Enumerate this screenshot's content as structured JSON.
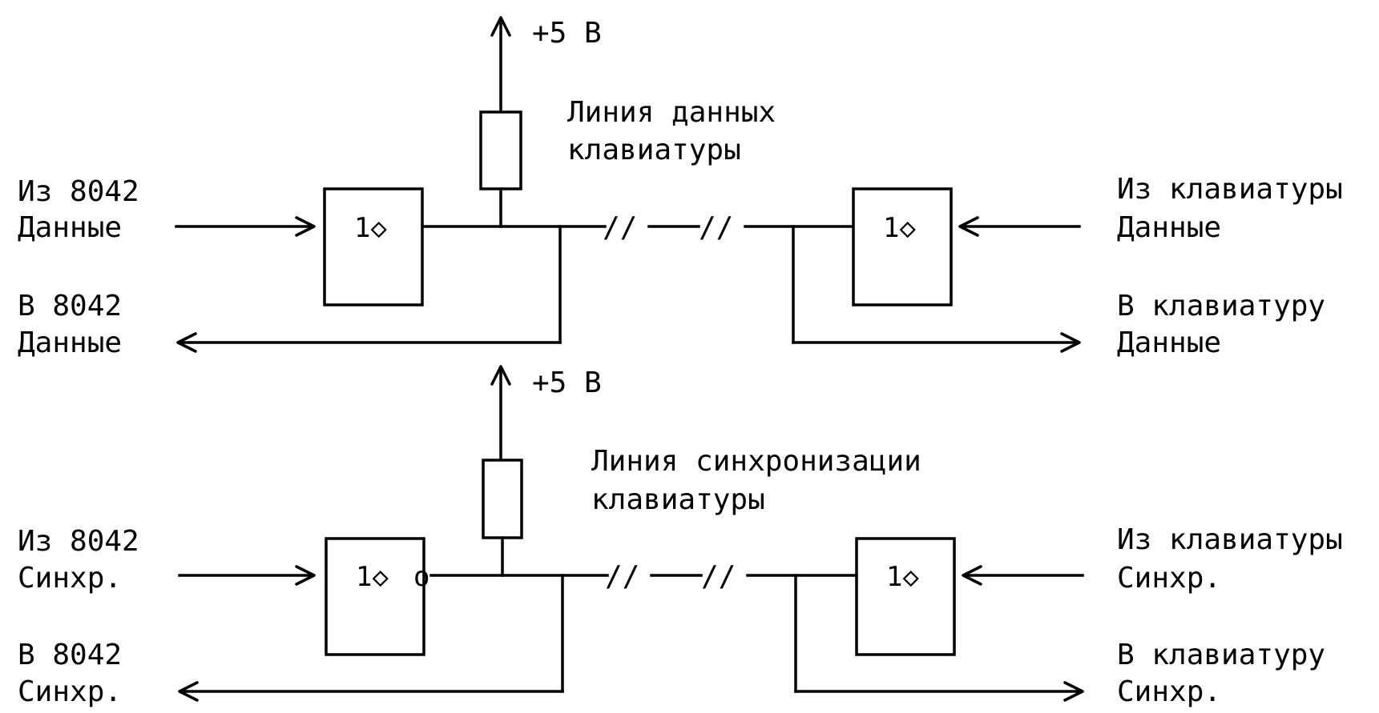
{
  "supply_label": "+5 В",
  "data_section": {
    "line_title_1": "Линия данных",
    "line_title_2": "клавиатуры",
    "left_in_1": "Из 8042",
    "left_in_2": "Данные",
    "left_out_1": "В 8042",
    "left_out_2": "Данные",
    "right_in_1": "Из клавиатуры",
    "right_in_2": "Данные",
    "right_out_1": "В клавиатуру",
    "right_out_2": "Данные",
    "gate_left": "1◇",
    "gate_right": "1◇",
    "break_mark": "//"
  },
  "clock_section": {
    "line_title_1": "Линия синхронизации",
    "line_title_2": "клавиатуры",
    "left_in_1": "Из 8042",
    "left_in_2": "Синхр.",
    "left_out_1": "В 8042",
    "left_out_2": "Синхр.",
    "right_in_1": "Из клавиатуры",
    "right_in_2": "Синхр.",
    "right_out_1": "В клавиатуру",
    "right_out_2": "Синхр.",
    "gate_left": "1◇",
    "gate_left_inversion": "o",
    "gate_right": "1◇",
    "break_mark": "//"
  }
}
